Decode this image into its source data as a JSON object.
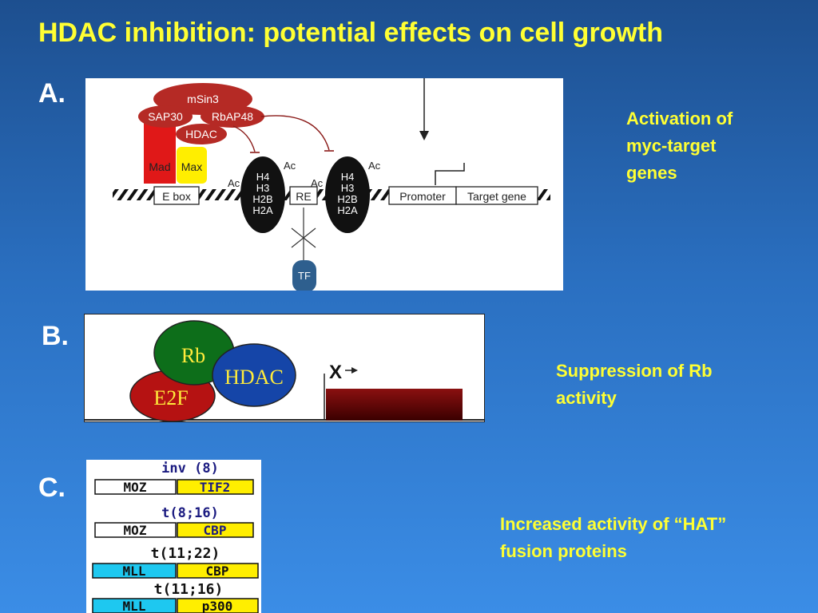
{
  "title": "HDAC inhibition: potential effects on cell growth",
  "sections": {
    "a": {
      "letter": "A.",
      "description": [
        "Activation of",
        "myc-target",
        "genes"
      ]
    },
    "b": {
      "letter": "B.",
      "description": [
        "Suppression of Rb",
        "activity"
      ]
    },
    "c": {
      "letter": "C.",
      "description": [
        "Increased activity of “HAT”",
        "fusion proteins"
      ]
    }
  },
  "diagram_a": {
    "msin3": "mSin3",
    "sap30": "SAP30",
    "rbap48": "RbAP48",
    "hdac": "HDAC",
    "mad": "Mad",
    "max": "Max",
    "ebox": "E box",
    "re": "RE",
    "promoter": "Promoter",
    "target_gene": "Target gene",
    "tf": "TF",
    "histone_1": [
      "H4",
      "H3",
      "H2B",
      "H2A"
    ],
    "histone_2": [
      "H4",
      "H3",
      "H2B",
      "H2A"
    ],
    "ac": "Ac"
  },
  "diagram_b": {
    "rb": "Rb",
    "hdac": "HDAC",
    "e2f": "E2F",
    "block": "X"
  },
  "diagram_c": {
    "translocations": [
      {
        "name": "inv (8)",
        "left": "MOZ",
        "right": "TIF2"
      },
      {
        "name": "t(8;16)",
        "left": "MOZ",
        "right": "CBP"
      },
      {
        "name": "t(11;22)",
        "left": "MLL",
        "right": "CBP"
      },
      {
        "name": "t(11;16)",
        "left": "MLL",
        "right": "p300"
      }
    ]
  },
  "colors": {
    "title": "#ffff33",
    "letters": "#ffffff",
    "mad": "#e01818",
    "max": "#ffee00",
    "corepressor": "#b52a25",
    "rb": "#0d6e1a",
    "hdac_b": "#1545a8",
    "e2f": "#b51212",
    "fusion_yellow": "#ffee00",
    "fusion_cyan": "#1ec8f0"
  }
}
